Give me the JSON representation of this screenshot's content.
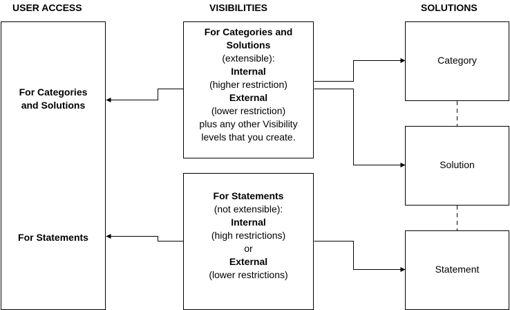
{
  "headers": {
    "user_access": "USER ACCESS",
    "visibilities": "VISIBILITIES",
    "solutions": "SOLUTIONS"
  },
  "user_access": {
    "categories_label": [
      "For Categories",
      "and Solutions"
    ],
    "statements_label": "For Statements"
  },
  "visibilities": {
    "categories_box": {
      "title": [
        "For Categories and",
        "Solutions"
      ],
      "note": "(extensible):",
      "internal_label": "Internal",
      "internal_desc": "(higher restriction)",
      "external_label": "External",
      "external_desc": "(lower restriction)",
      "extra": [
        "plus any other Visibility",
        "levels that you create."
      ]
    },
    "statements_box": {
      "title": "For Statements",
      "note": "(not extensible):",
      "internal_label": "Internal",
      "internal_desc": "(high restrictions)",
      "or": "or",
      "external_label": "External",
      "external_desc": "(lower restrictions)"
    }
  },
  "solutions": {
    "category": "Category",
    "solution": "Solution",
    "statement": "Statement"
  }
}
